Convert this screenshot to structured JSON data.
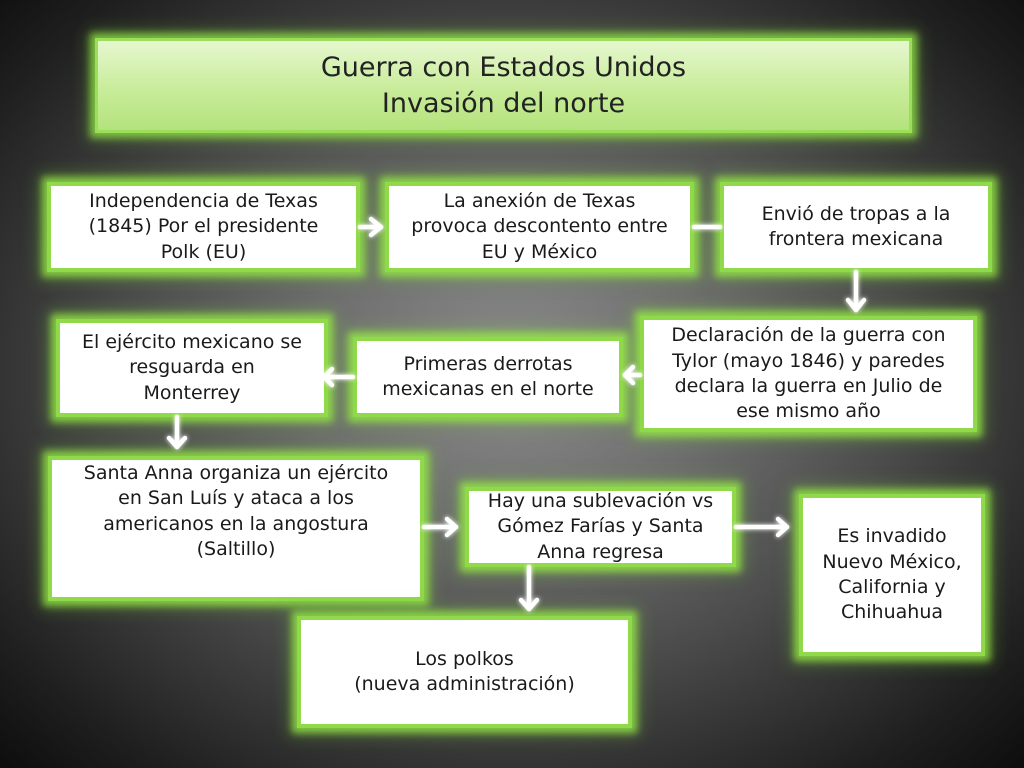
{
  "title": {
    "line1": "Guerra con Estados Unidos",
    "line2": "Invasión del norte"
  },
  "boxes": {
    "independencia": "Independencia de Texas\n(1845) Por el presidente\nPolk (EU)",
    "anexion": "La anexión de Texas\nprovoca descontento entre\nEU y México",
    "tropas": "Envió de tropas a la\nfrontera mexicana",
    "declaracion": "Declaración de la guerra con\nTylor (mayo 1846) y paredes\ndeclara la guerra en Julio de\nese mismo año",
    "derrotas": "Primeras derrotas\nmexicanas en el norte",
    "monterrey": "El ejército mexicano se\nresguarda en\nMonterrey",
    "santa_anna": "Santa Anna organiza un ejército\nen San Luís y ataca a los\namericanos en la angostura\n(Saltillo)",
    "sublevacion": "Hay una sublevación vs\nGómez Farías y Santa\nAnna regresa",
    "invadido": "Es invadido\nNuevo México,\nCalifornia y\nChihuahua",
    "polkos": "Los polkos\n(nueva administración)"
  },
  "colors": {
    "background": "#5a5a5a",
    "box_border": "#8fd94a",
    "box_glow": "#96eb46",
    "title_fill": "#c8ec9a",
    "arrow": "#ffffff"
  }
}
